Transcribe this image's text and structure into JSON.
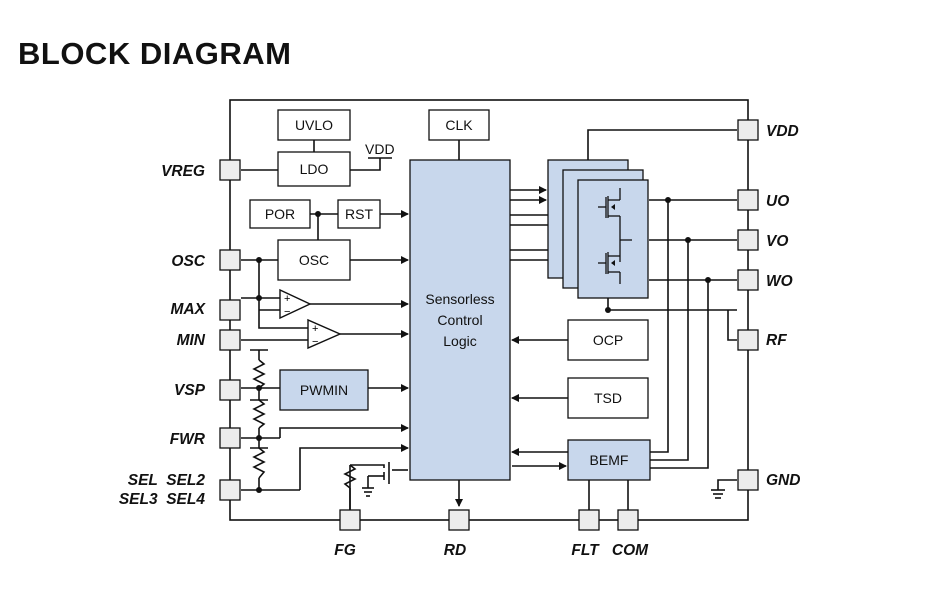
{
  "title": "BLOCK DIAGRAM",
  "blocks": {
    "uvlo": "UVLO",
    "ldo": "LDO",
    "vdd_label": "VDD",
    "clk": "CLK",
    "por": "POR",
    "rst": "RST",
    "osc": "OSC",
    "pwmin": "PWMIN",
    "logic": [
      "Sensorless",
      "Control",
      "Logic"
    ],
    "ocp": "OCP",
    "tsd": "TSD",
    "bemf": "BEMF",
    "comp_plus": "+",
    "comp_minus": "−"
  },
  "pins_left": {
    "vreg": "VREG",
    "osc": "OSC",
    "max": "MAX",
    "min": "MIN",
    "vsp": "VSP",
    "fwr": "FWR",
    "sel_a": "SEL  SEL2",
    "sel_b": "SEL3  SEL4"
  },
  "pins_right": {
    "vdd": "VDD",
    "uo": "UO",
    "vo": "VO",
    "wo": "WO",
    "rf": "RF",
    "gnd": "GND"
  },
  "pins_bottom": {
    "fg": "FG",
    "rd": "RD",
    "flt": "FLT",
    "com": "COM"
  },
  "colors": {
    "block_fill": "#c8d7ec",
    "pad_fill": "#ececec",
    "line": "#111111"
  }
}
